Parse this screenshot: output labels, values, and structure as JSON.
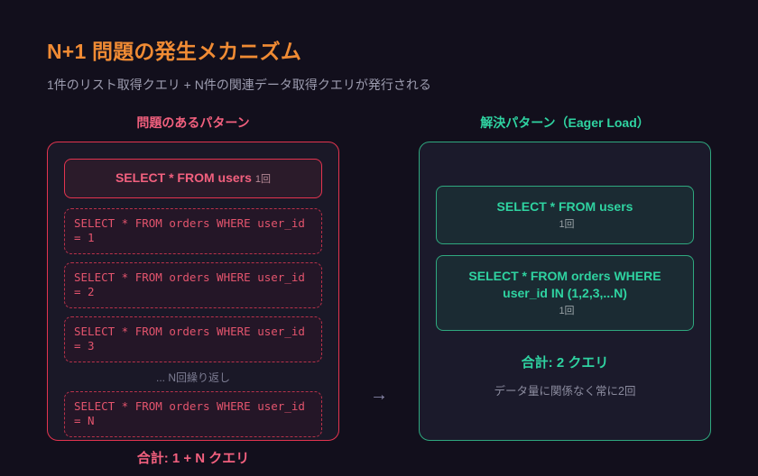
{
  "header": {
    "title": "N+1 問題の発生メカニズム",
    "subtitle": "1件のリスト取得クエリ + N件の関連データ取得クエリが発行される"
  },
  "colors": {
    "page_bg": "#120f1c",
    "panel_bg_bad": "#1a1827",
    "panel_bg_good": "#1b1a2b",
    "accent_title": "#f08b34",
    "accent_bad": "#e3344f",
    "accent_bad_text": "#f2607e",
    "accent_good": "#2fa87f",
    "accent_good_text": "#2fd3a1",
    "muted": "#8b8b9e"
  },
  "arrow": {
    "glyph": "→"
  },
  "left": {
    "heading": "問題のあるパターン",
    "primary_query": {
      "sql": "SELECT * FROM users",
      "count": "1回"
    },
    "repeated_queries": [
      {
        "sql": "SELECT * FROM orders WHERE user_id = 1"
      },
      {
        "sql": "SELECT * FROM orders WHERE user_id = 2"
      },
      {
        "sql": "SELECT * FROM orders WHERE user_id = 3"
      }
    ],
    "repeat_note": "... N回繰り返し",
    "tail_query": {
      "sql": "SELECT * FROM orders WHERE user_id = N"
    },
    "total": "合計: 1 + N クエリ"
  },
  "right": {
    "heading": "解決パターン（Eager Load）",
    "queries": [
      {
        "sql": "SELECT * FROM users",
        "count": "1回"
      },
      {
        "sql": "SELECT * FROM orders WHERE user_id IN (1,2,3,...N)",
        "count": "1回"
      }
    ],
    "total": "合計: 2 クエリ",
    "note": "データ量に関係なく常に2回"
  }
}
